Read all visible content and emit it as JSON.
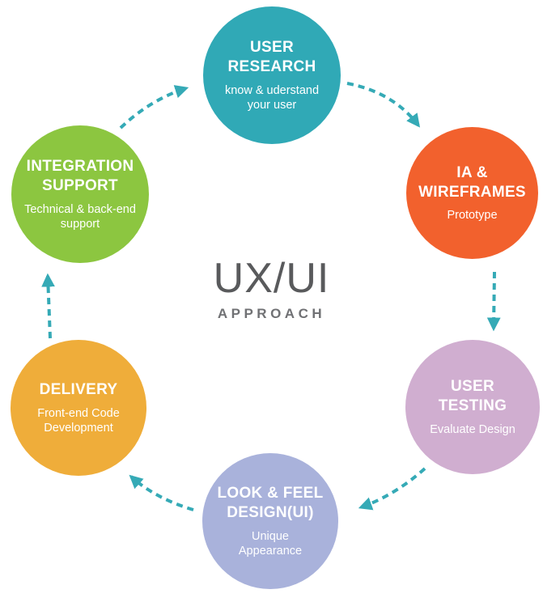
{
  "diagram": {
    "title": "UX/UI",
    "subtitle": "APPROACH",
    "title_color": "#595a5c",
    "subtitle_color": "#707174",
    "arrow_color": "#35aab6",
    "background": "#ffffff"
  },
  "steps": [
    {
      "id": "user-research",
      "label": "USER\nRESEARCH",
      "description": "know & uderstand\nyour user",
      "color": "#30a9b6"
    },
    {
      "id": "ia-wireframes",
      "label": "IA &\nWIREFRAMES",
      "description": "Prototype",
      "color": "#f2612d"
    },
    {
      "id": "user-testing",
      "label": "USER\nTESTING",
      "description": "Evaluate Design",
      "color": "#d0aed0"
    },
    {
      "id": "look-feel-design",
      "label": "LOOK & FEEL\nDESIGN(UI)",
      "description": "Unique\nAppearance",
      "color": "#a9b2db"
    },
    {
      "id": "delivery",
      "label": "DELIVERY",
      "description": "Front-end Code\nDevelopment",
      "color": "#efad3a"
    },
    {
      "id": "integration-support",
      "label": "INTEGRATION\nSUPPORT",
      "description": "Technical & back-end\nsupport",
      "color": "#8cc640"
    }
  ]
}
